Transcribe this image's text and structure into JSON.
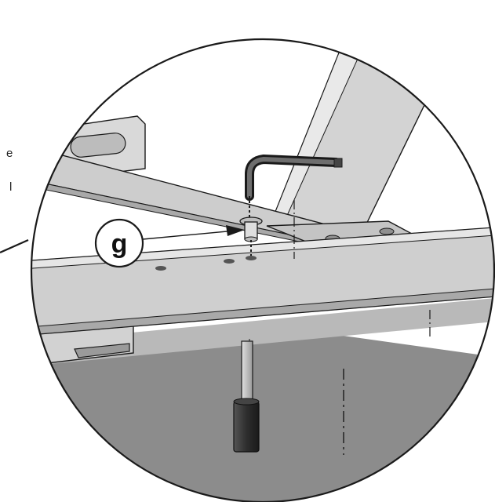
{
  "callout": {
    "label": "g"
  },
  "cropped_text": {
    "line1": "e",
    "line2": "l"
  },
  "colors": {
    "floor": "#8c8c8c",
    "beam": "#cfcfcf",
    "beam_dark": "#a9a9a9",
    "outline": "#1a1a1a",
    "knob": "#333333"
  }
}
